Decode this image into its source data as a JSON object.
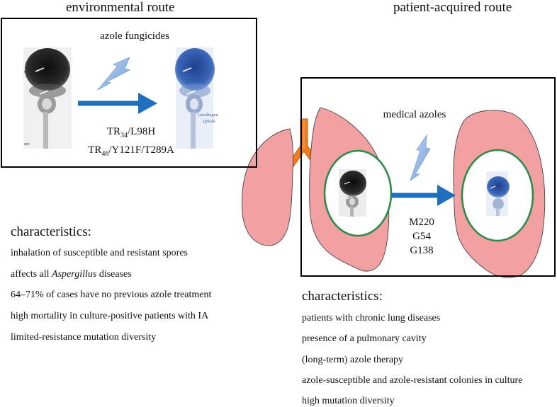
{
  "headings": {
    "environmental": "environmental route",
    "patient": "patient-acquired route"
  },
  "environmental_panel": {
    "agent_label": "azole fungicides",
    "photo_text_left": [
      "ns",
      "ore"
    ],
    "photo_text_right": [
      "conidiogen",
      "(phiali"
    ],
    "mutation_1": {
      "prefix": "TR",
      "sub": "34",
      "suffix": "/L98H"
    },
    "mutation_2": {
      "prefix": "TR",
      "sub": "46",
      "suffix": "/Y121F/T289A"
    }
  },
  "patient_panel": {
    "agent_label": "medical azoles",
    "mutations": [
      "M220",
      "G54",
      "G138"
    ]
  },
  "environmental_characteristics": {
    "title": "characteristics:",
    "items": [
      {
        "text": "inhalation of susceptible and resistant spores"
      },
      {
        "before": "affects all ",
        "italic": "Aspergillus",
        "after": " diseases"
      },
      {
        "text": "64–71% of cases have no previous azole treatment"
      },
      {
        "text": "high mortality in culture-positive patients with IA"
      },
      {
        "text": "limited-resistance mutation diversity"
      }
    ]
  },
  "patient_characteristics": {
    "title": "characteristics:",
    "items": [
      "patients with chronic lung diseases",
      "presence of a pulmonary cavity",
      "(long-term) azole therapy",
      "azole-susceptible and azole-resistant colonies in culture",
      "high mutation diversity"
    ]
  },
  "colors": {
    "arrow": "#1f6fbf",
    "lightning": "#8fb4e3",
    "lung": "#f2a0a2",
    "trachea": "#f07c22",
    "cavity": "#2e8b47",
    "fungus_dark": "#1e1e1e",
    "fungus_blue": "#2e56a6"
  }
}
